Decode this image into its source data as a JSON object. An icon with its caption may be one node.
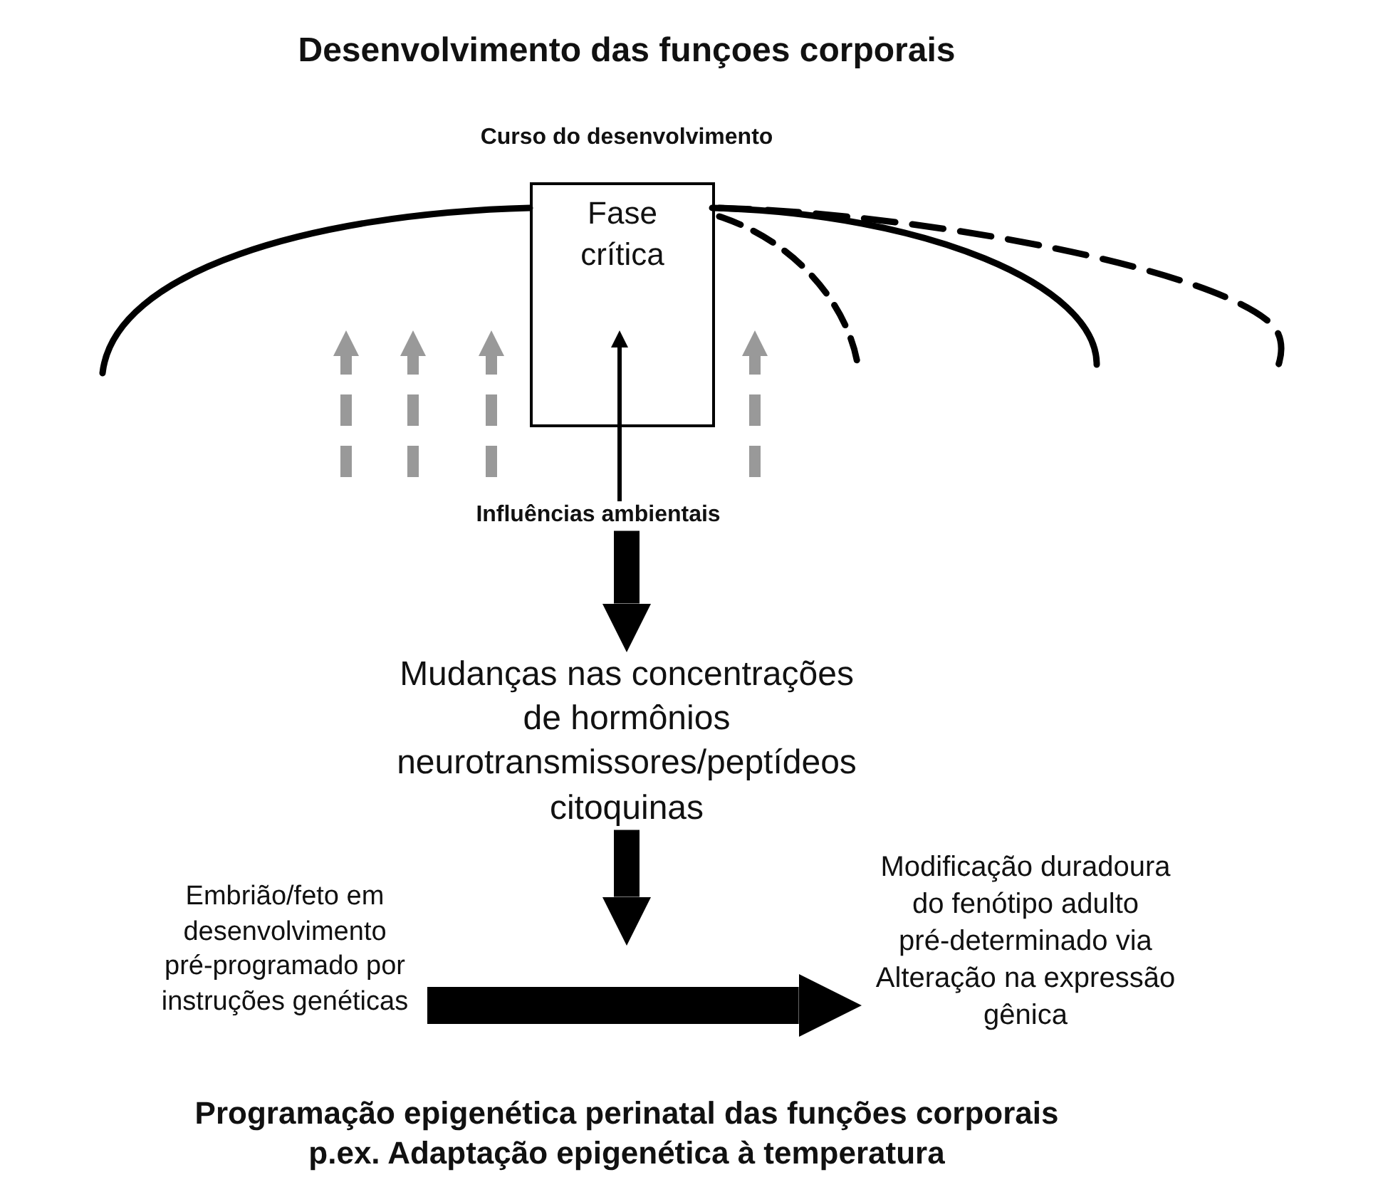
{
  "diagram": {
    "title": "Desenvolvimento das funçoes corporais",
    "caption": "Programação epigenética perinatal das funções corporais p.ex. Adaptação epigenética à temperatura",
    "nodes": [
      {
        "text": [
          "Fase crítica"
        ]
      },
      {
        "text": [
          "Influências ambientais"
        ]
      },
      {
        "text": [
          "Mudanças nas concentrações de hormônios neurotransmissores/peptídeos citoquinas"
        ]
      },
      {
        "text": [
          "Embrião/feto em desenvolvimento pré-programado por instruções genéticas"
        ]
      },
      {
        "text": [
          "Modificação duradoura do fenótipo adulto pré-determinado via Alteração na expressão gênica"
        ]
      }
    ],
    "edges": [
      {
        "from": 1,
        "to": 0,
        "arrow": "to"
      },
      {
        "from": 1,
        "to": 2,
        "arrow": "to"
      },
      {
        "from": 2,
        "to": null,
        "arrow": "to"
      },
      {
        "from": 3,
        "to": 4,
        "arrow": "to"
      }
    ],
    "labels": [
      "Curso do desenvolvimento"
    ]
  }
}
